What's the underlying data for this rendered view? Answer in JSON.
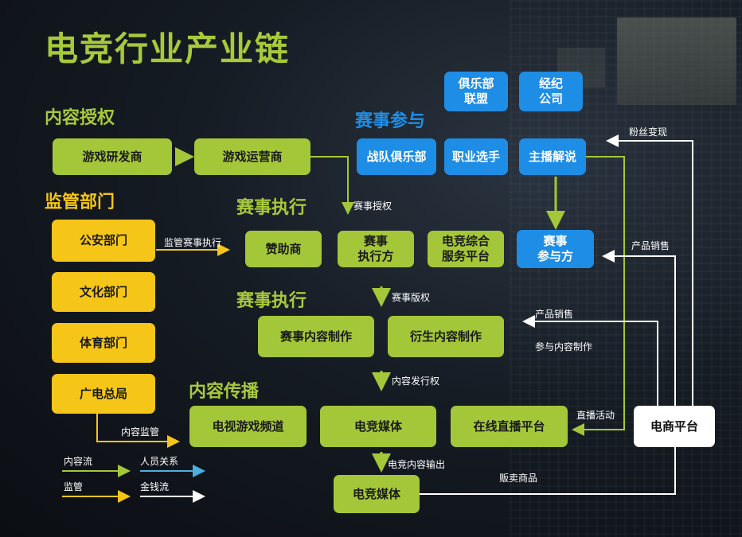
{
  "title": "电竞行业产业链",
  "sections": {
    "content_license": "内容授权",
    "regulators": "监管部门",
    "event_participation": "赛事参与",
    "event_execution_1": "赛事执行",
    "event_execution_2": "赛事执行",
    "content_distribution": "内容传播"
  },
  "boxes": {
    "game_developer": "游戏研发商",
    "game_operator": "游戏运营商",
    "public_security": "公安部门",
    "culture_dept": "文化部门",
    "sports_dept": "体育部门",
    "radio_tv": "广电总局",
    "club_league": "俱乐部\n联盟",
    "agency": "经纪\n公司",
    "team_club": "战队俱乐部",
    "pro_player": "职业选手",
    "streamer": "主播解说",
    "sponsor": "赞助商",
    "event_executor": "赛事\n执行方",
    "esports_service": "电竞综合\n服务平台",
    "event_participant": "赛事\n参与方",
    "event_content_prod": "赛事内容制作",
    "derivative_content": "衍生内容制作",
    "tv_game_channel": "电视游戏频道",
    "esports_media_1": "电竞媒体",
    "live_platform": "在线直播平台",
    "ecommerce": "电商平台",
    "esports_media_2": "电竞媒体"
  },
  "labels": {
    "event_authorization": "赛事授权",
    "supervise_event": "监管赛事执行",
    "event_copyright": "赛事版权",
    "content_distribution_right": "内容发行权",
    "content_supervision": "内容监管",
    "fan_monetization": "粉丝变现",
    "product_sales_1": "产品销售",
    "product_sales_2": "产品销售",
    "content_creation_participation": "参与内容制作",
    "live_activity": "直播活动",
    "esports_content_output": "电竞内容输出",
    "sell_goods": "贩卖商品"
  },
  "legend": {
    "content_flow": "内容流",
    "personnel": "人员关系",
    "supervision": "监管",
    "money_flow": "金钱流"
  },
  "colors": {
    "green": "#a4c639",
    "yellow": "#f5c518",
    "blue": "#1e8de6",
    "white": "#ffffff"
  }
}
